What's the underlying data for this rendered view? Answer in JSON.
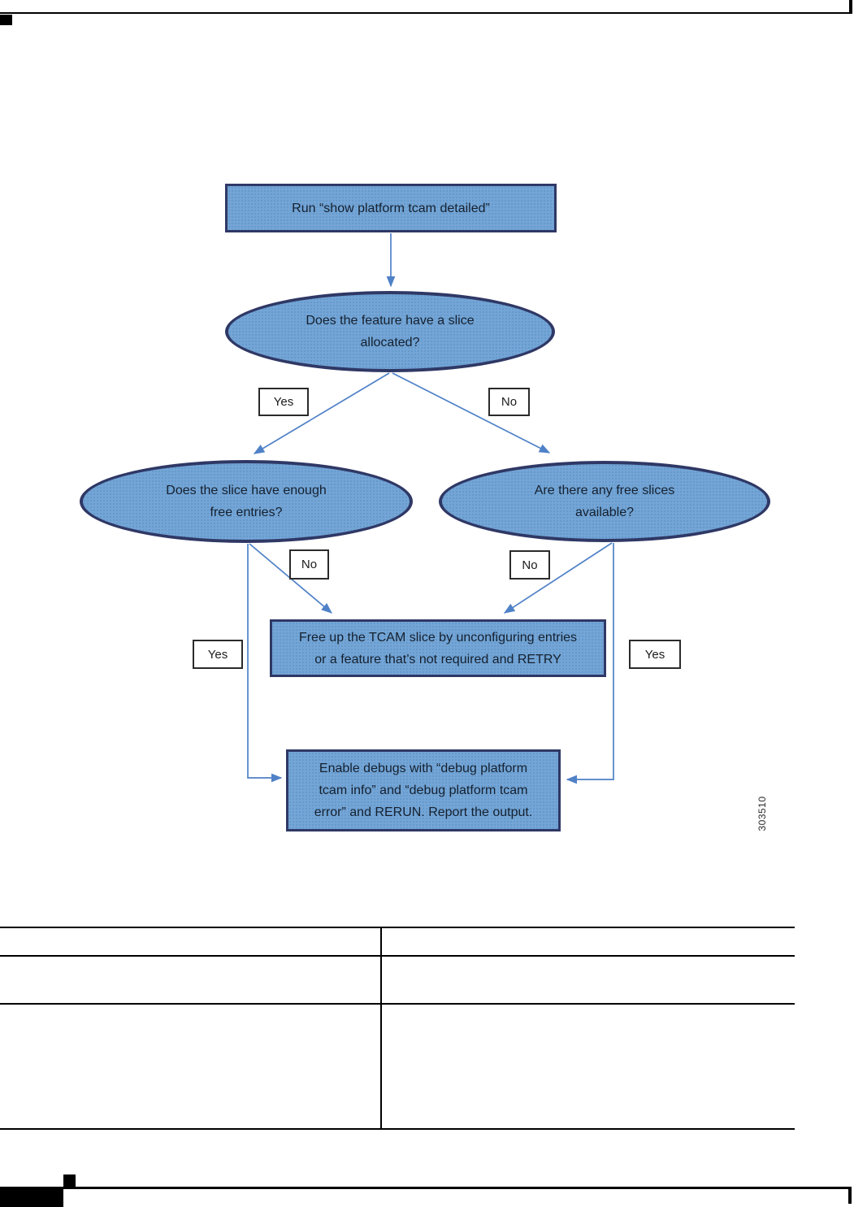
{
  "page": {
    "figure_number": "303510"
  },
  "flowchart": {
    "start": {
      "label": "Run “show platform tcam detailed”"
    },
    "decision_slice_allocated": {
      "line1": "Does the feature have a slice",
      "line2": "allocated?"
    },
    "decision_enough_entries": {
      "line1": "Does the slice have enough",
      "line2": "free entries?"
    },
    "decision_free_slices": {
      "line1": "Are there any free slices",
      "line2": "available?"
    },
    "process_free_up": {
      "line1": "Free up the TCAM slice by unconfiguring entries",
      "line2": "or a feature that’s not required and RETRY"
    },
    "process_enable_debugs": {
      "line1": "Enable debugs with “debug platform",
      "line2": "tcam info” and “debug platform tcam",
      "line3": "error” and RERUN. Report the output."
    },
    "labels": {
      "yes_allocated": "Yes",
      "no_allocated": "No",
      "no_entries": "No",
      "no_slices": "No",
      "yes_entries": "Yes",
      "yes_slices": "Yes"
    },
    "edges": [
      {
        "from": "start",
        "to": "decision_slice_allocated",
        "label": ""
      },
      {
        "from": "decision_slice_allocated",
        "to": "decision_enough_entries",
        "label": "Yes"
      },
      {
        "from": "decision_slice_allocated",
        "to": "decision_free_slices",
        "label": "No"
      },
      {
        "from": "decision_enough_entries",
        "to": "process_free_up",
        "label": "No"
      },
      {
        "from": "decision_free_slices",
        "to": "process_free_up",
        "label": "No"
      },
      {
        "from": "decision_enough_entries",
        "to": "process_enable_debugs",
        "label": "Yes"
      },
      {
        "from": "decision_free_slices",
        "to": "process_enable_debugs",
        "label": "Yes"
      }
    ],
    "colors": {
      "node_fill": "#74a5d6",
      "node_fill_dot": "#5e96c9",
      "node_border": "#2f3865",
      "connector": "#4f81c7",
      "label_box_border": "#2b2b2b",
      "text": "#15202f"
    }
  },
  "table": {
    "rows": [
      [
        "",
        ""
      ],
      [
        "",
        ""
      ],
      [
        "",
        ""
      ]
    ]
  }
}
